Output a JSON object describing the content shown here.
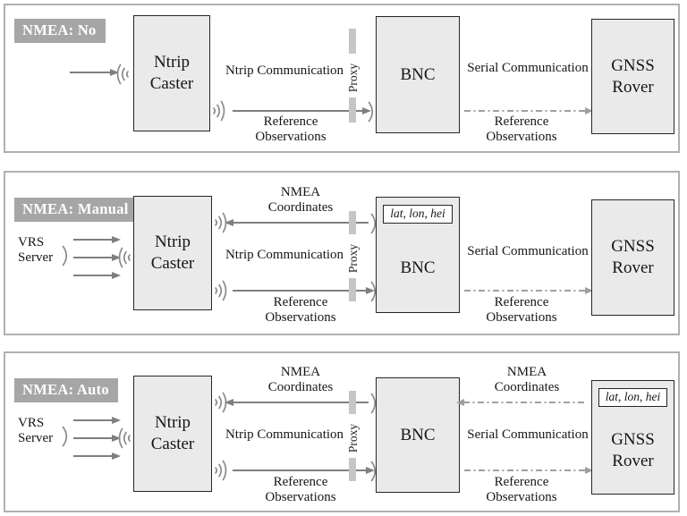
{
  "colors": {
    "panel_border": "#b0b0b0",
    "box_fill": "#eaeaea",
    "box_border": "#262626",
    "tag_background": "#a6a6a6",
    "tag_text": "#ffffff",
    "solid_arrow": "#7f7f7f",
    "dash_arrow": "#9f9f9f",
    "proxy_bar": "#c6c6c6"
  },
  "panels": [
    {
      "tag": "NMEA: No",
      "caster_label": "Ntrip\nCaster",
      "bnc_label": "BNC",
      "rover_label": "GNSS\nRover",
      "proxy_label": "Proxy",
      "ntrip_communication_label": "Ntrip Communication",
      "reference_observations_left_label": "Reference\nObservations",
      "serial_communication_label": "Serial Communication",
      "reference_observations_right_label": "Reference\nObservations"
    },
    {
      "tag": "NMEA: Manual",
      "vrs_server_label": "VRS\nServer",
      "caster_label": "Ntrip\nCaster",
      "nmea_coordinates_label": "NMEA\nCoordinates",
      "ntrip_communication_label": "Ntrip Communication",
      "reference_observations_left_label": "Reference\nObservations",
      "proxy_label": "Proxy",
      "bnc_label": "BNC",
      "bnc_coordinates_value": "lat, lon, hei",
      "serial_communication_label": "Serial Communication",
      "reference_observations_right_label": "Reference\nObservations",
      "rover_label": "GNSS\nRover"
    },
    {
      "tag": "NMEA: Auto",
      "vrs_server_label": "VRS\nServer",
      "caster_label": "Ntrip\nCaster",
      "nmea_coordinates_left_label": "NMEA\nCoordinates",
      "ntrip_communication_label": "Ntrip Communication",
      "reference_observations_left_label": "Reference\nObservations",
      "proxy_label": "Proxy",
      "bnc_label": "BNC",
      "nmea_coordinates_right_label": "NMEA\nCoordinates",
      "serial_communication_label": "Serial Communication",
      "reference_observations_right_label": "Reference\nObservations",
      "rover_label": "GNSS\nRover",
      "rover_coordinates_value": "lat, lon, hei"
    }
  ]
}
